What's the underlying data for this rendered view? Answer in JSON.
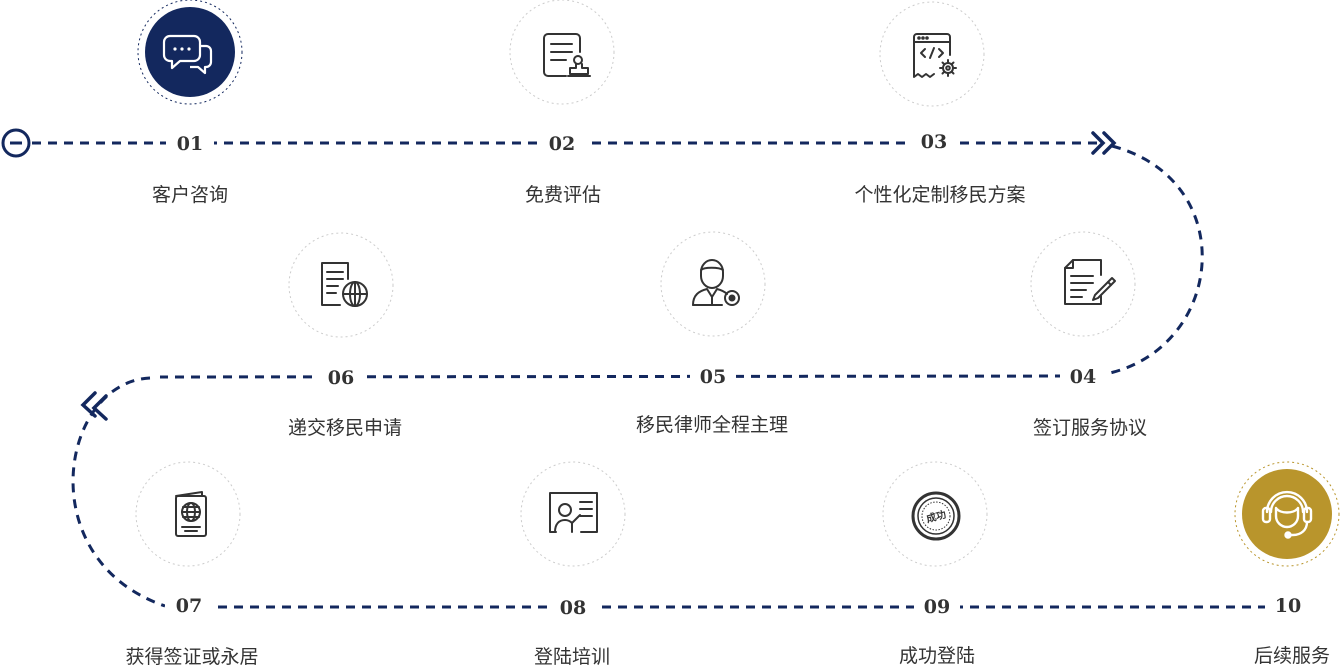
{
  "colors": {
    "path": "#13285e",
    "active": "#13285e",
    "final": "#b9952c",
    "text": "#333333",
    "icon": "#333333"
  },
  "steps": [
    {
      "number": "01",
      "label": "客户咨询",
      "icon": "chat-bubbles-icon",
      "state": "active"
    },
    {
      "number": "02",
      "label": "免费评估",
      "icon": "evaluation-form-icon",
      "state": "normal"
    },
    {
      "number": "03",
      "label": "个性化定制移民方案",
      "icon": "code-document-gear-icon",
      "state": "normal"
    },
    {
      "number": "04",
      "label": "签订服务协议",
      "icon": "sign-document-icon",
      "state": "normal"
    },
    {
      "number": "05",
      "label": "移民律师全程主理",
      "icon": "lawyer-icon",
      "state": "normal"
    },
    {
      "number": "06",
      "label": "递交移民申请",
      "icon": "application-globe-icon",
      "state": "normal"
    },
    {
      "number": "07",
      "label": "获得签证或永居",
      "icon": "passport-icon",
      "state": "normal"
    },
    {
      "number": "08",
      "label": "登陆培训",
      "icon": "training-board-icon",
      "state": "normal"
    },
    {
      "number": "09",
      "label": "成功登陆",
      "icon": "success-stamp-icon",
      "state": "normal",
      "stamp_text": "成功"
    },
    {
      "number": "10",
      "label": "后续服务",
      "icon": "headset-icon",
      "state": "final"
    }
  ]
}
